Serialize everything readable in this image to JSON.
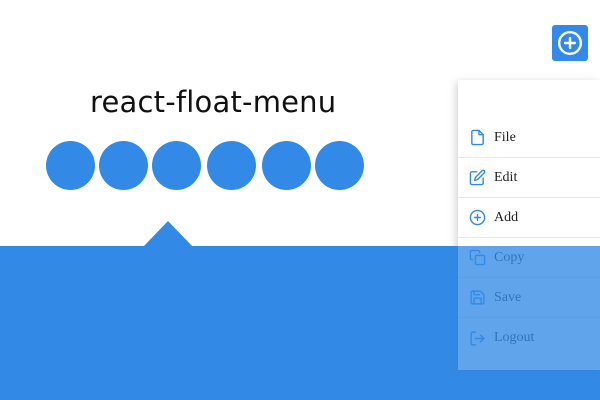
{
  "title": "react-float-menu",
  "accent_color": "#338ae6",
  "fab": {
    "icon": "plus-circle-icon"
  },
  "dots": [
    {
      "name": "menu-dot-1"
    },
    {
      "name": "menu-dot-2"
    },
    {
      "name": "menu-dot-3"
    },
    {
      "name": "menu-dot-4"
    },
    {
      "name": "menu-dot-5"
    },
    {
      "name": "menu-dot-6"
    }
  ],
  "menu": {
    "items": [
      {
        "label": "File",
        "icon": "file-icon"
      },
      {
        "label": "Edit",
        "icon": "edit-icon"
      },
      {
        "label": "Add",
        "icon": "plus-circle-icon"
      },
      {
        "label": "Copy",
        "icon": "copy-icon"
      },
      {
        "label": "Save",
        "icon": "save-icon"
      },
      {
        "label": "Logout",
        "icon": "logout-icon"
      }
    ]
  }
}
